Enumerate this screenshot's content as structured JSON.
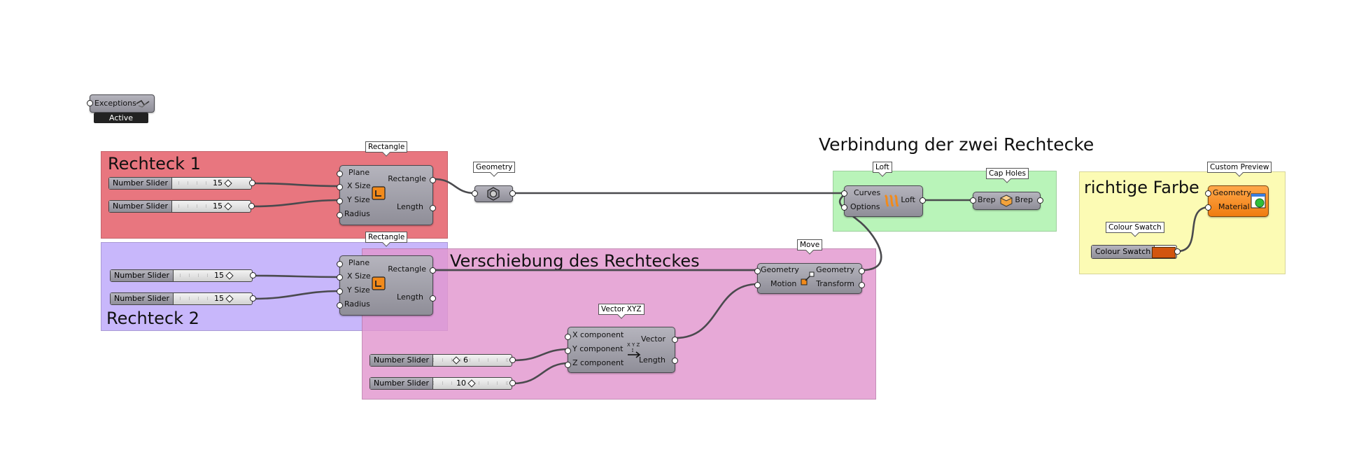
{
  "groups": {
    "red": {
      "title": "Rechteck 1",
      "color": "#e8767f"
    },
    "purple": {
      "title": "Rechteck 2",
      "color": "#beaafa"
    },
    "pink": {
      "title": "Verschiebung des Rechteckes",
      "color": "#e296ce"
    },
    "green": {
      "title": "Verbindung der zwei Rechtecke",
      "color": "#b9f4b9"
    },
    "yellow": {
      "title": "richtige Farbe",
      "color": "#fcfbb4"
    }
  },
  "exceptions": {
    "label": "Exceptions",
    "status": "Active",
    "icon": "exceptions-icon"
  },
  "tags": {
    "rect1": "Rectangle",
    "rect2": "Rectangle",
    "geometry": "Geometry",
    "loft": "Loft",
    "capholes": "Cap Holes",
    "move": "Move",
    "vector": "Vector XYZ",
    "swatch": "Colour Swatch",
    "preview": "Custom Preview"
  },
  "rectangle1": {
    "inputs": [
      "Plane",
      "X Size",
      "Y Size",
      "Radius"
    ],
    "outputs": [
      "Rectangle",
      "Length"
    ],
    "icon": "rectangle-icon"
  },
  "rectangle2": {
    "inputs": [
      "Plane",
      "X Size",
      "Y Size",
      "Radius"
    ],
    "outputs": [
      "Rectangle",
      "Length"
    ],
    "icon": "rectangle-icon"
  },
  "sliders": [
    {
      "label": "Number Slider",
      "value": "15"
    },
    {
      "label": "Number Slider",
      "value": "15"
    },
    {
      "label": "Number Slider",
      "value": "15"
    },
    {
      "label": "Number Slider",
      "value": "15"
    },
    {
      "label": "Number Slider",
      "value": "6"
    },
    {
      "label": "Number Slider",
      "value": "10"
    }
  ],
  "geometry_param": {
    "icon": "geometry-param-icon"
  },
  "loft": {
    "inputs": [
      "Curves",
      "Options"
    ],
    "outputs": [
      "Loft"
    ],
    "icon": "loft-icon"
  },
  "capholes": {
    "inputs": [
      "Brep"
    ],
    "outputs": [
      "Brep"
    ],
    "icon": "cap-holes-icon"
  },
  "move": {
    "inputs": [
      "Geometry",
      "Motion"
    ],
    "outputs": [
      "Geometry",
      "Transform"
    ],
    "icon": "move-icon"
  },
  "vector": {
    "inputs": [
      "X component",
      "Y component",
      "Z component"
    ],
    "outputs": [
      "Vector",
      "Length"
    ],
    "icon": "vector-xyz-icon"
  },
  "swatch": {
    "label": "Colour Swatch",
    "color": "#d2550f"
  },
  "preview": {
    "inputs": [
      "Geometry",
      "Material"
    ],
    "icon": "custom-preview-icon"
  }
}
